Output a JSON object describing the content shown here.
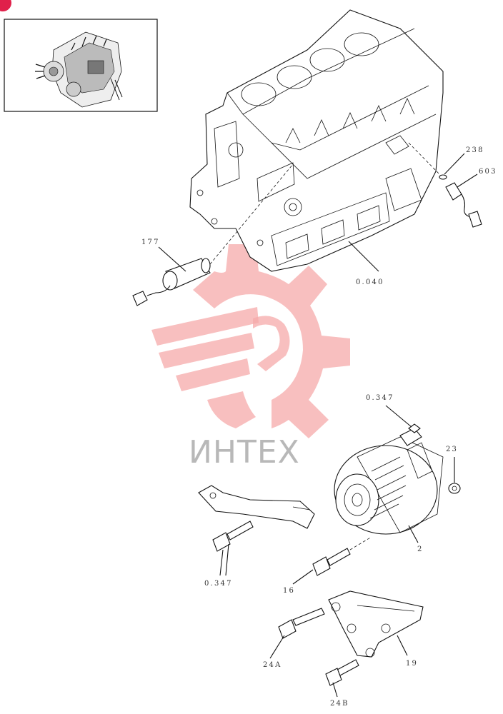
{
  "watermark": {
    "text": "ИНТЕХ",
    "color": "#f08a8a"
  },
  "badge": {
    "color": "#e0204a"
  },
  "callouts": {
    "c238": "238",
    "c603": "603",
    "c177": "177",
    "c0040": "0.040",
    "c0347_top": "0.347",
    "c23": "23",
    "c2": "2",
    "c0347_bottom": "0.347",
    "c16": "16",
    "c19": "19",
    "c24A": "24A",
    "c24B": "24B"
  }
}
